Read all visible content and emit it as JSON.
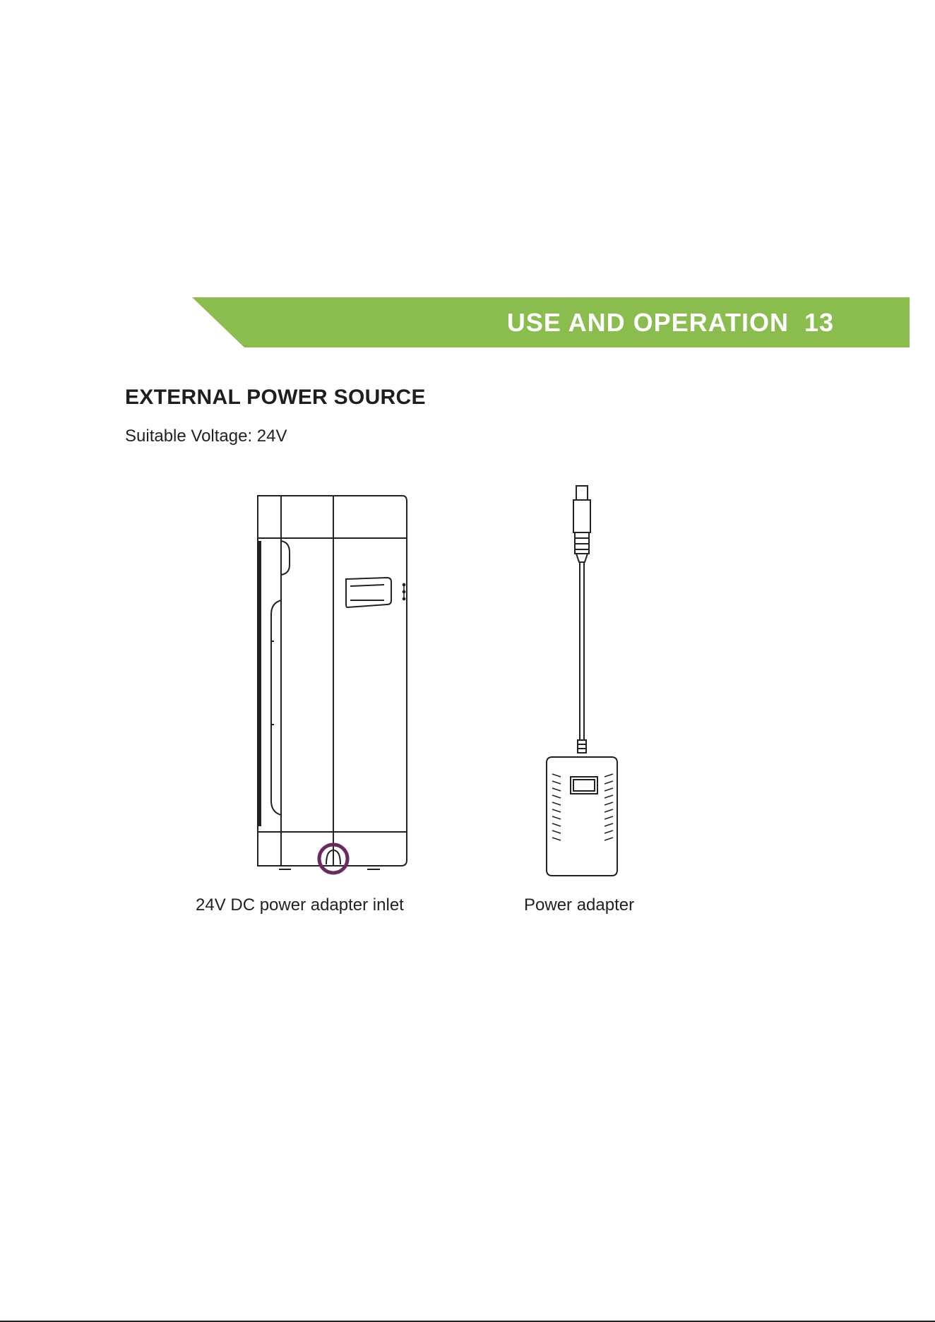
{
  "header": {
    "section_title": "USE AND OPERATION",
    "page_number": "13",
    "accent_color": "#8bbd4e"
  },
  "content": {
    "heading": "EXTERNAL POWER SOURCE",
    "voltage_text": "Suitable Voltage: 24V"
  },
  "figures": {
    "inlet_caption": "24V DC power adapter inlet",
    "adapter_caption": "Power adapter",
    "highlight_color": "#6b2a5e"
  }
}
